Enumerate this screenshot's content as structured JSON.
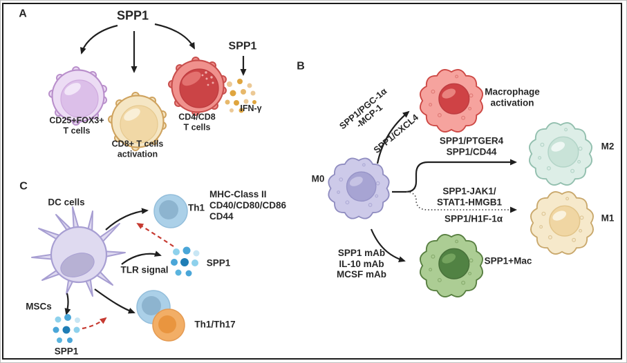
{
  "figure": {
    "panel_a": {
      "label": "A",
      "spp1_main": "SPP1",
      "spp1_side": "SPP1",
      "treg_l1": "CD25+FOX3+",
      "treg_l2": "T cells",
      "cd8_l1": "CD8+ T cells",
      "cd8_l2": "activation",
      "cd4_l1": "CD4/CD8",
      "cd4_l2": "T cells",
      "ifn": "IFN-γ"
    },
    "panel_b": {
      "label": "B",
      "m0": "M0",
      "up_arrow_l1": "SPP1/PGC-1α",
      "up_arrow_l2": "-MCP-1",
      "up_arrow_l3": "SPP1/CXCL4",
      "mac_l1": "Macrophage",
      "mac_l2": "activation",
      "m2_arrow_l1": "SPP1/PTGER4",
      "m2_arrow_l2": "SPP1/CD44",
      "m2": "M2",
      "m1_arrow_l1": "SPP1-JAK1/",
      "m1_arrow_l2": "STAT1-HMGB1",
      "m1_arrow_l3": "SPP1/H1F-1α",
      "m1": "M1",
      "mab_l1": "SPP1 mAb",
      "mab_l2": "IL-10 mAb",
      "mab_l3": "MCSF mAb",
      "spp1_mac": "SPP1+Mac"
    },
    "panel_c": {
      "label": "C",
      "dc": "DC cells",
      "th1": "Th1",
      "markers_l1": "MHC-Class II",
      "markers_l2": "CD40/CD80/CD86",
      "markers_l3": "CD44",
      "tlr": "TLR signal",
      "spp1_mid": "SPP1",
      "mscs": "MSCs",
      "spp1_bottom": "SPP1",
      "th1th17": "Th1/Th17"
    }
  },
  "colors": {
    "arrow_black": "#1f1f1f",
    "arrow_red_dashed": "#c63a31",
    "treg_cell": "#ecdcf4",
    "cd8_cell": "#f5e6c4",
    "cd4cd8_cell": "#f0918d",
    "ifn_dots": "#dfa53f",
    "m0_cell": "#cdcae9",
    "activated_macrophage_cell": "#f6a39e",
    "m2_cell": "#ddeee7",
    "m1_cell": "#f6e9cb",
    "spp1_mac_cell": "#accd94",
    "dc_cell": "#dfdaf0",
    "th1_cell": "#abd0e8",
    "th17_cell": "#f2ae66",
    "spp1_dots": "#1f7db5"
  }
}
